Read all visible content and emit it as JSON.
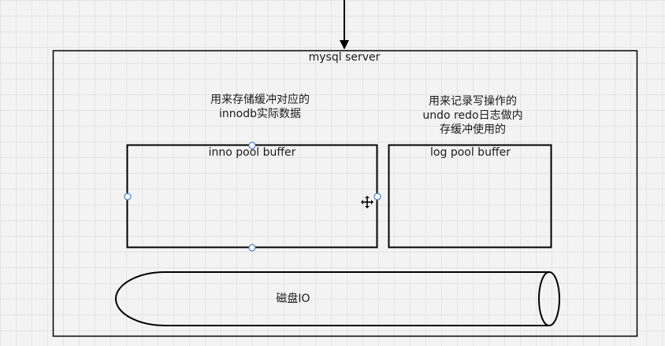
{
  "diagram": {
    "server": {
      "title": "mysql server"
    },
    "inno_buffer": {
      "label": "inno pool buffer",
      "note": "用来存储缓冲对应的\ninnodb实际数据"
    },
    "log_buffer": {
      "label": "log pool buffer",
      "note": "用来记录写操作的\nundo redo日志做内\n存缓冲使用的"
    },
    "disk": {
      "label": "磁盘IO"
    }
  },
  "colors": {
    "background": "#f3f3f3",
    "grid": "#e4e4e4",
    "stroke": "#000000",
    "handle": "#4a7fd4"
  },
  "icons": {
    "move_cursor": "move-cursor-icon",
    "arrow": "arrow-down-icon"
  }
}
